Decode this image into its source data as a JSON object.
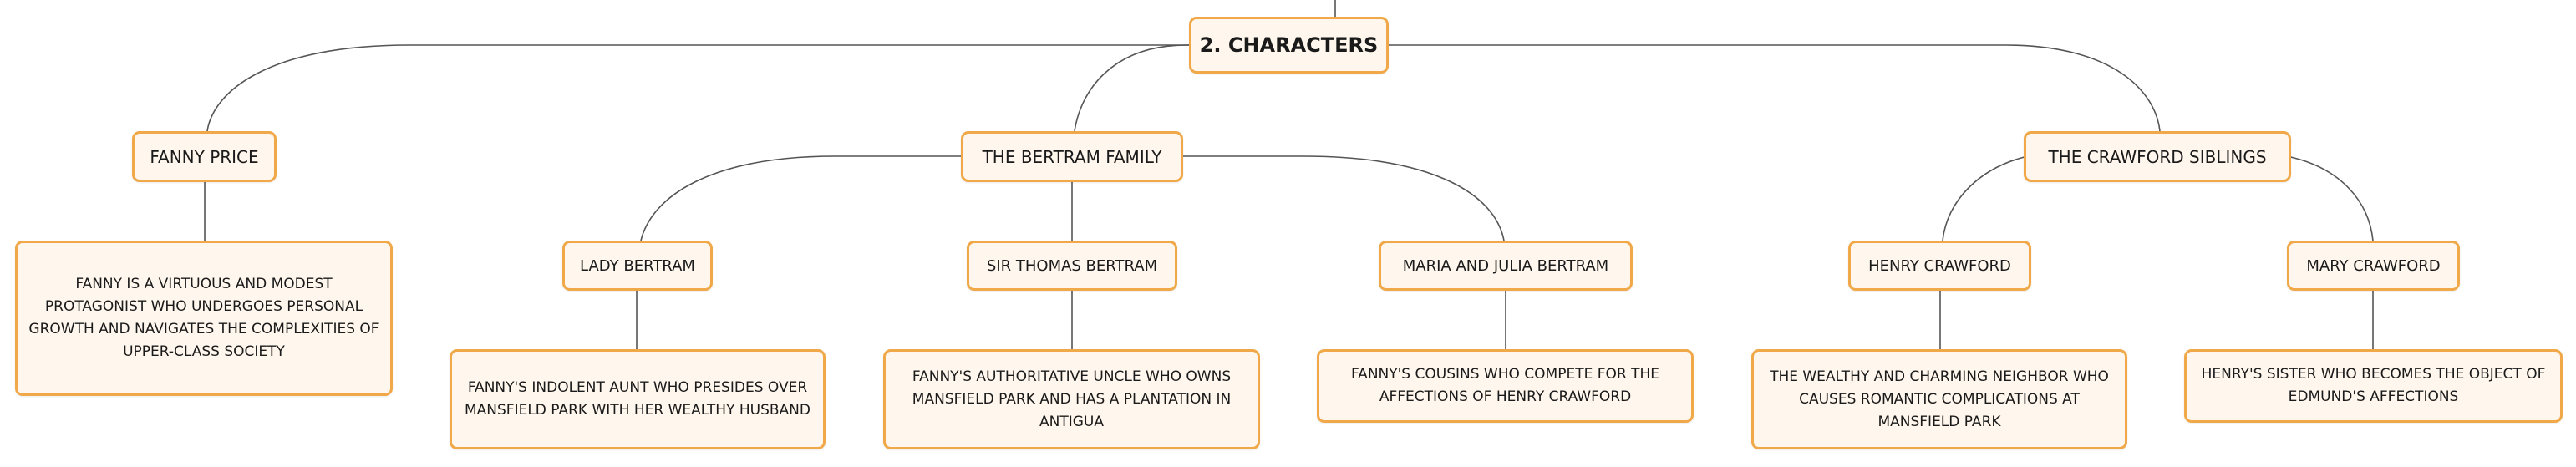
{
  "root": {
    "label": "2. CHARACTERS"
  },
  "characters": [
    {
      "label": "FANNY PRICE",
      "description": "FANNY IS A VIRTUOUS AND MODEST PROTAGONIST WHO UNDERGOES PERSONAL GROWTH AND NAVIGATES THE COMPLEXITIES OF UPPER-CLASS SOCIETY"
    },
    {
      "label": "THE BERTRAM FAMILY",
      "members": [
        {
          "label": "LADY BERTRAM",
          "description": "FANNY'S INDOLENT AUNT WHO PRESIDES OVER MANSFIELD PARK WITH HER WEALTHY HUSBAND"
        },
        {
          "label": "SIR THOMAS BERTRAM",
          "description": "FANNY'S AUTHORITATIVE UNCLE WHO OWNS MANSFIELD PARK AND HAS A PLANTATION IN ANTIGUA"
        },
        {
          "label": "MARIA AND JULIA BERTRAM",
          "description": "FANNY'S COUSINS WHO COMPETE FOR THE AFFECTIONS OF HENRY CRAWFORD"
        }
      ]
    },
    {
      "label": "THE CRAWFORD SIBLINGS",
      "members": [
        {
          "label": "HENRY CRAWFORD",
          "description": "THE WEALTHY AND CHARMING NEIGHBOR WHO CAUSES ROMANTIC COMPLICATIONS AT MANSFIELD PARK"
        },
        {
          "label": "MARY CRAWFORD",
          "description": "HENRY'S SISTER WHO BECOMES THE OBJECT OF EDMUND'S AFFECTIONS"
        }
      ]
    }
  ],
  "colors": {
    "node_fill": "#fff6ed",
    "node_border": "#f0a848",
    "connector": "#555555",
    "text": "#1a1a1a"
  }
}
